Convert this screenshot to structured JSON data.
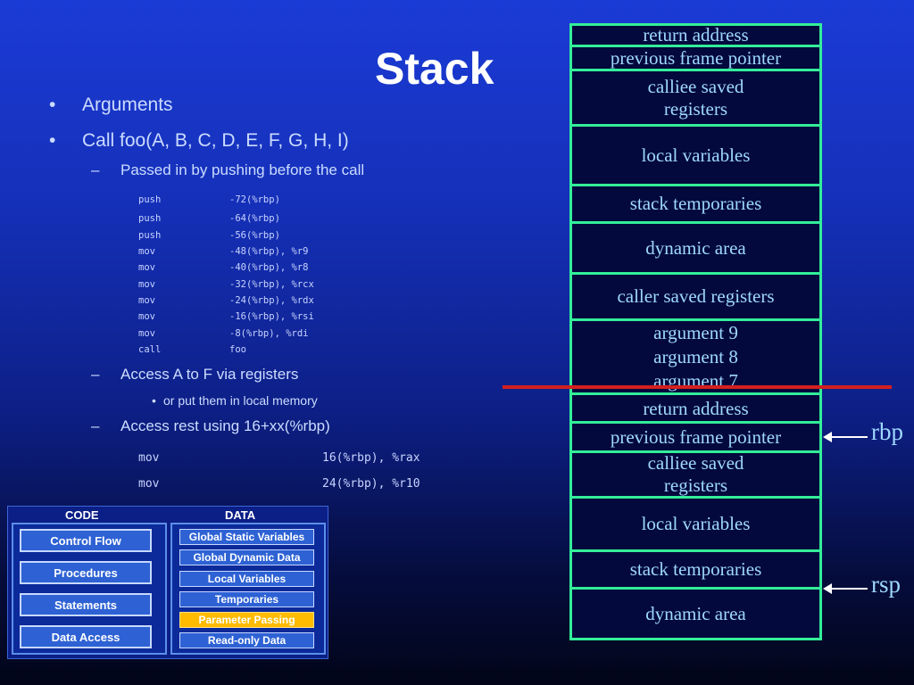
{
  "title": "Stack",
  "bullets": {
    "arguments": "Arguments",
    "call": "Call foo(A, B, C, D, E, F, G, H, I)",
    "passed": "Passed in by pushing before the call",
    "access_regs": "Access A to F via registers",
    "local_mem": "or put them in local memory",
    "access_rest": "Access rest using 16+xx(%rbp)"
  },
  "asm_push": [
    {
      "op": "push",
      "arg": "-72(%rbp)"
    },
    {
      "op": "push",
      "arg": "-64(%rbp)"
    },
    {
      "op": "push",
      "arg": "-56(%rbp)"
    },
    {
      "op": "mov",
      "arg": "-48(%rbp), %r9"
    },
    {
      "op": "mov",
      "arg": "-40(%rbp), %r8"
    },
    {
      "op": "mov",
      "arg": "-32(%rbp), %rcx"
    },
    {
      "op": "mov",
      "arg": "-24(%rbp), %rdx"
    },
    {
      "op": "mov",
      "arg": "-16(%rbp), %rsi"
    },
    {
      "op": "mov",
      "arg": "-8(%rbp), %rdi"
    },
    {
      "op": "call",
      "arg": "foo"
    }
  ],
  "asm_access": [
    {
      "op": "mov",
      "arg": "16(%rbp), %rax"
    },
    {
      "op": "mov",
      "arg": "24(%rbp), %r10"
    }
  ],
  "stack": [
    "return address",
    "previous frame pointer",
    "calliee saved\nregisters",
    "local variables",
    "stack temporaries",
    "dynamic area",
    "caller saved registers",
    "argument 9\nargument 8\nargument 7",
    "return address",
    "previous frame pointer",
    "calliee saved\nregisters",
    "local variables",
    "stack temporaries",
    "dynamic area"
  ],
  "pointers": {
    "rbp": "rbp",
    "rsp": "rsp"
  },
  "diagram": {
    "code_header": "CODE",
    "data_header": "DATA",
    "code_items": [
      "Control Flow",
      "Procedures",
      "Statements",
      "Data Access"
    ],
    "data_items": [
      "Global Static Variables",
      "Global Dynamic Data",
      "Local Variables",
      "Temporaries",
      "Parameter Passing",
      "Read-only Data"
    ],
    "highlighted": "Parameter Passing"
  },
  "colors": {
    "cell_border": "#33ee99",
    "cell_text": "#9fd8ff",
    "divider": "#d42020",
    "highlight": "#ffbb00"
  }
}
